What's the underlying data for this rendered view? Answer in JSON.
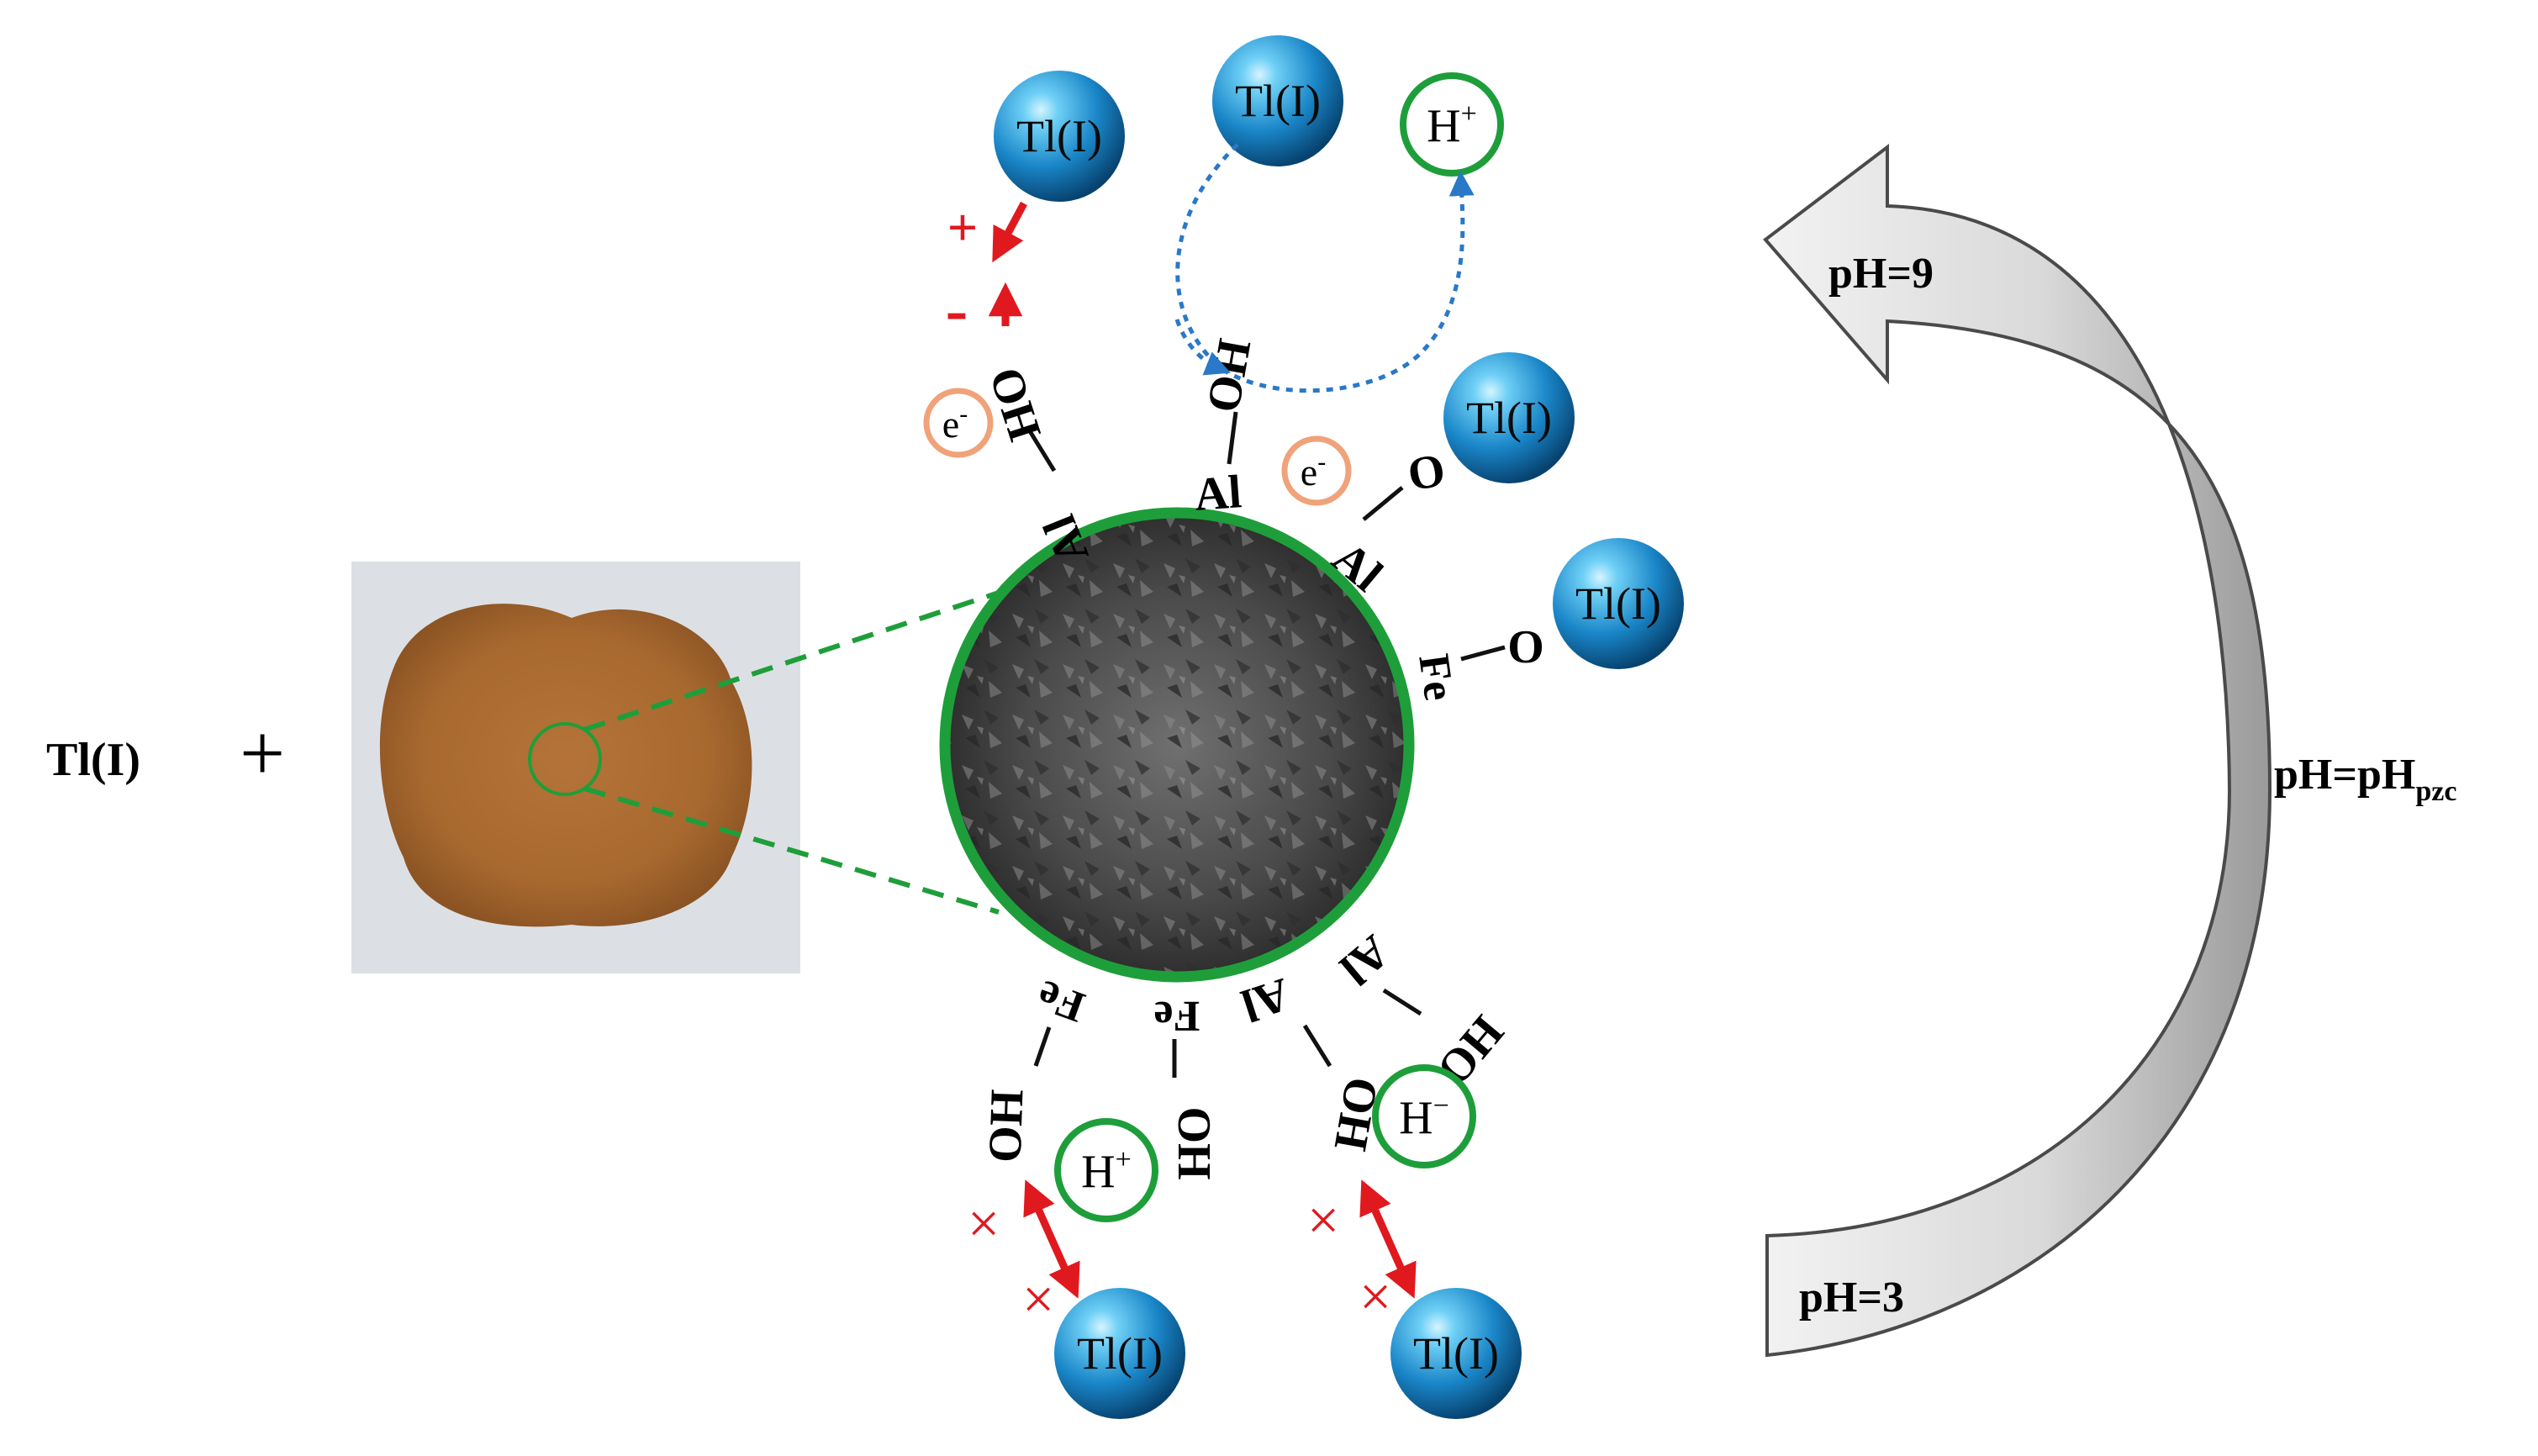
{
  "reactant": {
    "ion_label": "Tl(I)",
    "plus_sign": "+"
  },
  "species": {
    "thallium": "Tl(I)",
    "proton": "H",
    "proton_sup": "+",
    "proton_minus_sup": "−",
    "electron": "e",
    "electron_sup": "-"
  },
  "groups": {
    "hydroxyl": "OH",
    "hydroxyl_flipped": "HO",
    "oxygen": "O",
    "aluminum": "Al",
    "iron": "Fe"
  },
  "charges": {
    "positive": "+",
    "negative": "-",
    "cross": "×"
  },
  "ph_axis": {
    "high": "pH=9",
    "zpc": "pH=pH",
    "zpc_sub": "pzc",
    "low": "pH=3"
  },
  "colors": {
    "ring": "#1e9e3a",
    "arrow_red": "#e0191f",
    "blue_dotted": "#2a78c8",
    "electron_ring": "#f0a27a",
    "ball_dark": "#0a4f8a",
    "ball_light": "#5fc4f0",
    "curve_fill": "#d4d4d4",
    "powder": "#b97a40"
  }
}
